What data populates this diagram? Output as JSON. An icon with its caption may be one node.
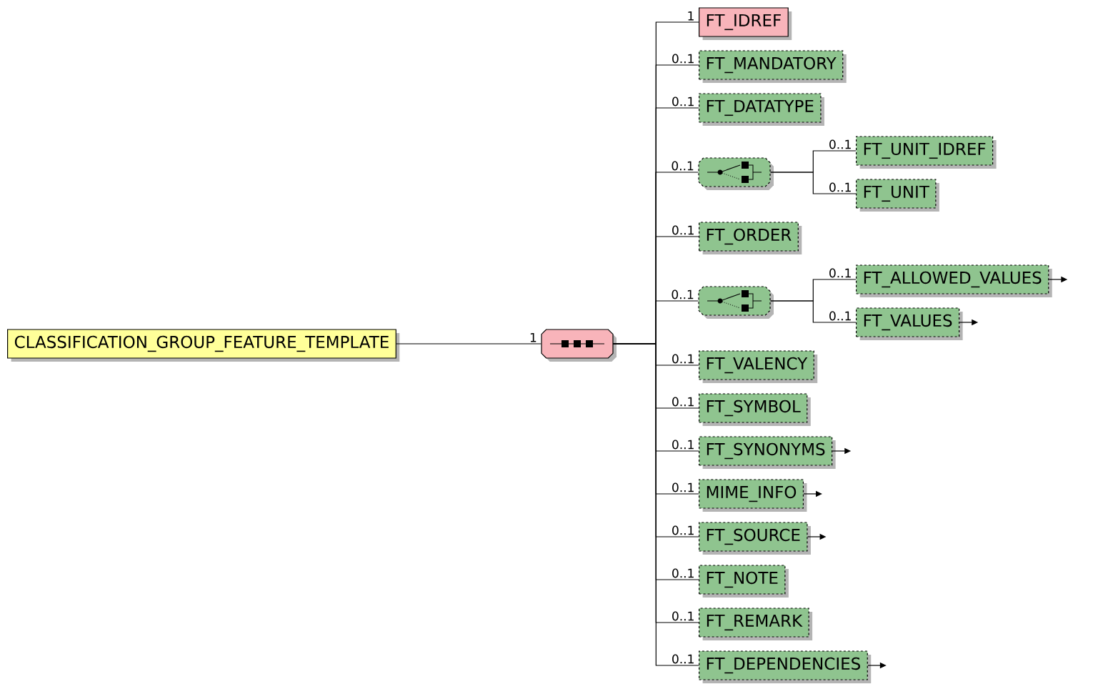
{
  "diagram": {
    "nodes": [
      {
        "text": [
          "CLASSIFICATION_GROUP_FEATURE_TEMPLATE"
        ]
      },
      {
        "text": [],
        "shape": "octagon"
      },
      {
        "text": [
          "FT_IDREF"
        ]
      },
      {
        "text": [
          "FT_MANDATORY"
        ]
      },
      {
        "text": [
          "FT_DATATYPE"
        ]
      },
      {
        "text": [],
        "shape": "octagon"
      },
      {
        "text": [
          "FT_UNIT_IDREF"
        ]
      },
      {
        "text": [
          "FT_UNIT"
        ]
      },
      {
        "text": [
          "FT_ORDER"
        ]
      },
      {
        "text": [],
        "shape": "octagon"
      },
      {
        "text": [
          "FT_ALLOWED_VALUES"
        ]
      },
      {
        "text": [
          "FT_VALUES"
        ]
      },
      {
        "text": [
          "FT_VALENCY"
        ]
      },
      {
        "text": [
          "FT_SYMBOL"
        ]
      },
      {
        "text": [
          "FT_SYNONYMS"
        ]
      },
      {
        "text": [
          "MIME_INFO"
        ]
      },
      {
        "text": [
          "FT_SOURCE"
        ]
      },
      {
        "text": [
          "FT_NOTE"
        ]
      },
      {
        "text": [
          "FT_REMARK"
        ]
      },
      {
        "text": [
          "FT_DEPENDENCIES"
        ]
      }
    ],
    "edges": [
      {
        "from": 0,
        "to": 1,
        "arrow": "none",
        "label": "1"
      },
      {
        "from": 1,
        "to": 2,
        "arrow": "none",
        "label": "1"
      },
      {
        "from": 1,
        "to": 3,
        "arrow": "none",
        "label": "0..1"
      },
      {
        "from": 1,
        "to": 4,
        "arrow": "none",
        "label": "0..1"
      },
      {
        "from": 1,
        "to": 5,
        "arrow": "none",
        "label": "0..1"
      },
      {
        "from": 5,
        "to": 6,
        "arrow": "none",
        "label": "0..1"
      },
      {
        "from": 5,
        "to": 7,
        "arrow": "none",
        "label": "0..1"
      },
      {
        "from": 1,
        "to": 8,
        "arrow": "none",
        "label": "0..1"
      },
      {
        "from": 1,
        "to": 9,
        "arrow": "none",
        "label": "0..1"
      },
      {
        "from": 9,
        "to": 10,
        "arrow": "none",
        "label": "0..1"
      },
      {
        "from": 9,
        "to": 11,
        "arrow": "none",
        "label": "0..1"
      },
      {
        "from": 1,
        "to": 12,
        "arrow": "none",
        "label": "0..1"
      },
      {
        "from": 1,
        "to": 13,
        "arrow": "none",
        "label": "0..1"
      },
      {
        "from": 1,
        "to": 14,
        "arrow": "none",
        "label": "0..1"
      },
      {
        "from": 1,
        "to": 15,
        "arrow": "none",
        "label": "0..1"
      },
      {
        "from": 1,
        "to": 16,
        "arrow": "none",
        "label": "0..1"
      },
      {
        "from": 1,
        "to": 17,
        "arrow": "none",
        "label": "0..1"
      },
      {
        "from": 1,
        "to": 18,
        "arrow": "none",
        "label": "0..1"
      },
      {
        "from": 1,
        "to": 19,
        "arrow": "none",
        "label": "0..1"
      },
      {
        "from": 10,
        "to": null,
        "arrow": "to"
      },
      {
        "from": 11,
        "to": null,
        "arrow": "to"
      },
      {
        "from": 14,
        "to": null,
        "arrow": "to"
      },
      {
        "from": 15,
        "to": null,
        "arrow": "to"
      },
      {
        "from": 16,
        "to": null,
        "arrow": "to"
      },
      {
        "from": 19,
        "to": null,
        "arrow": "to"
      }
    ]
  }
}
